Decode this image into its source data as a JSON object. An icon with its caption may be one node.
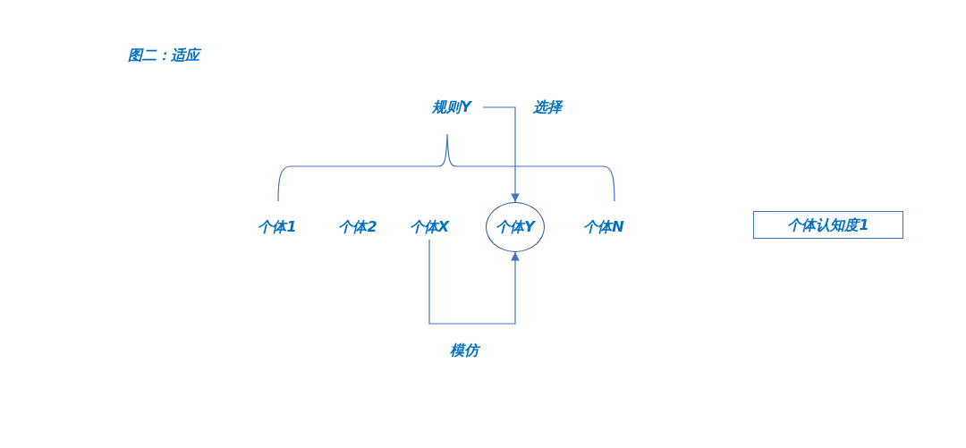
{
  "diagram": {
    "title": "图二：适应",
    "nodes": [
      {
        "text": [
          "规则Y"
        ]
      },
      {
        "text": [
          "个体1"
        ]
      },
      {
        "text": [
          "个体2"
        ]
      },
      {
        "text": [
          "个体X"
        ]
      },
      {
        "text": [
          "个体Y"
        ]
      },
      {
        "text": [
          "个体N"
        ]
      },
      {
        "text": [
          "个体认知度1"
        ]
      }
    ],
    "edges": [
      {
        "from": 0,
        "to": 4,
        "arrow": "to",
        "label": "选择"
      },
      {
        "from": 3,
        "to": 4,
        "arrow": "to",
        "label": "模仿"
      }
    ]
  }
}
